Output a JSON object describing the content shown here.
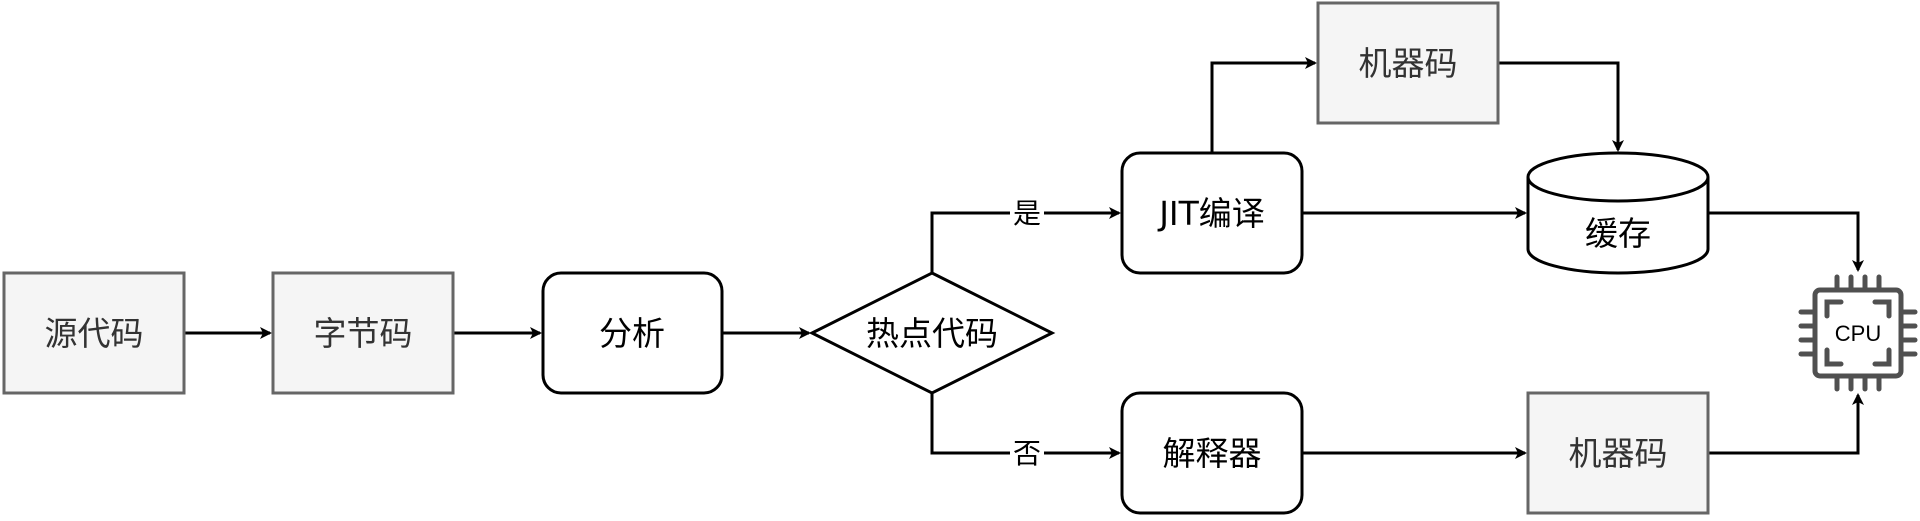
{
  "diagram": {
    "nodes": {
      "source_code": {
        "label": "源代码",
        "style": "gray-box"
      },
      "bytecode": {
        "label": "字节码",
        "style": "gray-box"
      },
      "analyze": {
        "label": "分析",
        "style": "rounded"
      },
      "hotspot": {
        "label": "热点代码",
        "style": "diamond"
      },
      "jit_compile": {
        "label": "JIT编译",
        "style": "rounded"
      },
      "machine_code_top": {
        "label": "机器码",
        "style": "gray-box"
      },
      "cache": {
        "label": "缓存",
        "style": "cylinder"
      },
      "interpreter": {
        "label": "解释器",
        "style": "rounded"
      },
      "machine_code_bottom": {
        "label": "机器码",
        "style": "gray-box"
      },
      "cpu": {
        "label": "CPU",
        "style": "cpu-icon"
      }
    },
    "edges": [
      {
        "from": "source_code",
        "to": "bytecode",
        "label": ""
      },
      {
        "from": "bytecode",
        "to": "analyze",
        "label": ""
      },
      {
        "from": "analyze",
        "to": "hotspot",
        "label": ""
      },
      {
        "from": "hotspot",
        "to": "jit_compile",
        "label": "是"
      },
      {
        "from": "hotspot",
        "to": "interpreter",
        "label": "否"
      },
      {
        "from": "jit_compile",
        "to": "machine_code_top",
        "label": ""
      },
      {
        "from": "jit_compile",
        "to": "cache",
        "label": ""
      },
      {
        "from": "machine_code_top",
        "to": "cache",
        "label": ""
      },
      {
        "from": "cache",
        "to": "cpu",
        "label": ""
      },
      {
        "from": "interpreter",
        "to": "machine_code_bottom",
        "label": ""
      },
      {
        "from": "machine_code_bottom",
        "to": "cpu",
        "label": ""
      }
    ],
    "edge_labels": {
      "yes": "是",
      "no": "否"
    },
    "colors": {
      "gray_fill": "#f5f5f5",
      "gray_stroke": "#666666",
      "gray_text": "#333333",
      "line": "#000000",
      "cpu_icon": "#505050"
    }
  }
}
